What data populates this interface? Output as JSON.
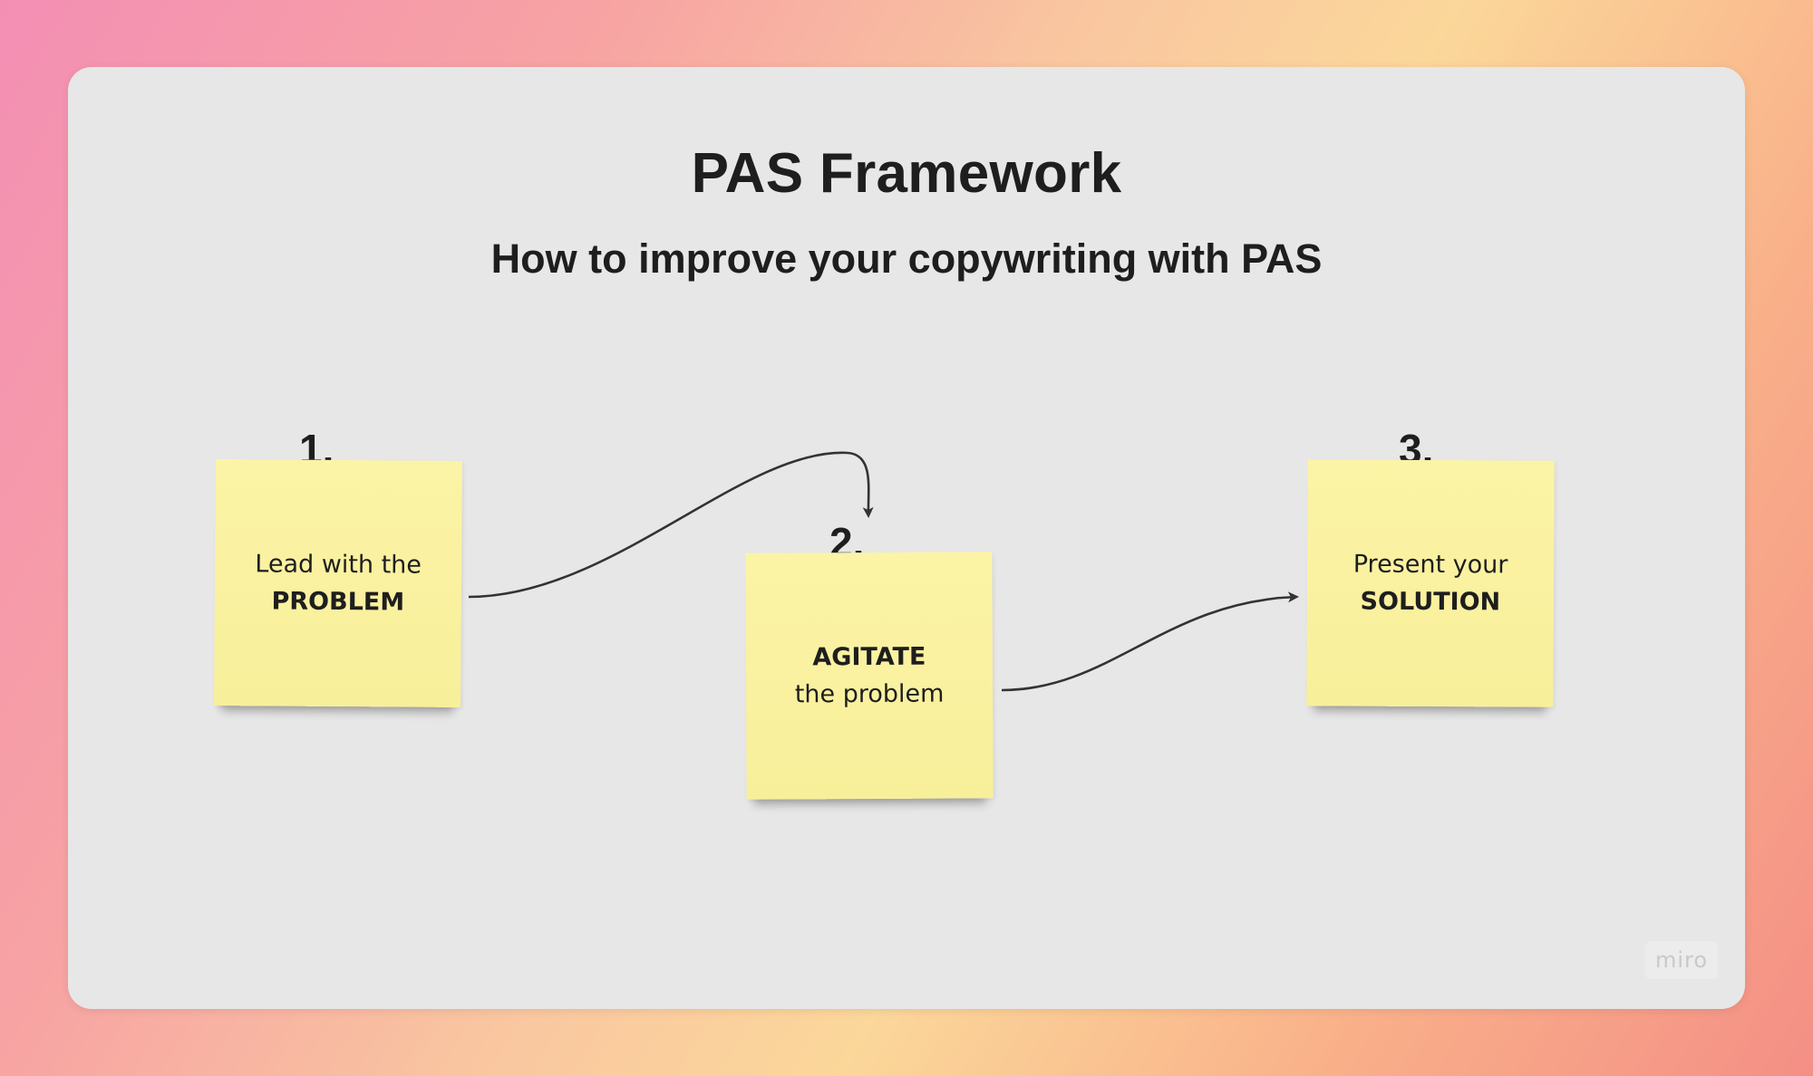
{
  "board": {
    "title": "PAS Framework",
    "subtitle": "How to improve your copywriting with PAS"
  },
  "notes": [
    {
      "number": "1.",
      "line1": "Lead with the",
      "line2": "PROBLEM"
    },
    {
      "number": "2.",
      "line1": "AGITATE",
      "line2": "the problem"
    },
    {
      "number": "3.",
      "line1": "Present your",
      "line2": "SOLUTION"
    }
  ],
  "logo": {
    "text": "miro"
  },
  "colors": {
    "note": "#f9f29e",
    "board": "#e7e7e7",
    "ink": "#1e1e1e"
  }
}
